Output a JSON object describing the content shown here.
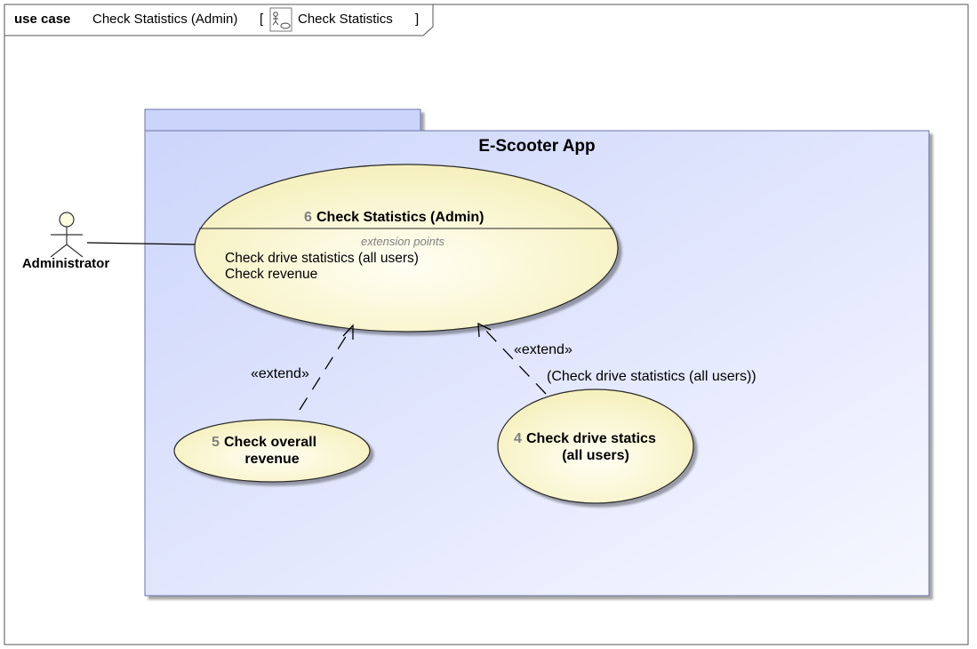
{
  "frame": {
    "keyword": "use case",
    "name": "Check Statistics (Admin)",
    "bracket_open": "[",
    "diagram_name": "Check Statistics",
    "bracket_close": "]"
  },
  "system": {
    "name": "E-Scooter App"
  },
  "actor": {
    "name": "Administrator"
  },
  "use_cases": {
    "main": {
      "number": "6",
      "name": "Check Statistics (Admin)",
      "compartment_title": "extension points",
      "extension_points": [
        "Check drive statistics (all users)",
        "Check revenue"
      ]
    },
    "revenue": {
      "number": "5",
      "name_line1": "Check overall",
      "name_line2": "revenue"
    },
    "drive": {
      "number": "4",
      "name_line1": "Check drive statics",
      "name_line2": "(all users)"
    }
  },
  "relations": {
    "extend_left": {
      "stereotype": "«extend»"
    },
    "extend_right": {
      "stereotype": "«extend»",
      "condition": "(Check drive statistics (all users))"
    }
  },
  "colors": {
    "package_fill_start": "#cdd6fb",
    "package_fill_end": "#f6f7ff",
    "package_border": "#6a74a8",
    "usecase_fill": "#fdfbd7",
    "usecase_border": "#2a2a2a"
  }
}
